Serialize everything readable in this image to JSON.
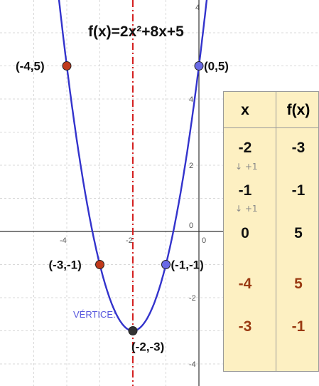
{
  "chart_data": {
    "type": "line",
    "title": "f(x)=2x²+8x+5",
    "xlim": [
      -5.5,
      0.8
    ],
    "ylim": [
      -4.6,
      6.2
    ],
    "xticks": [
      -4,
      -2,
      0
    ],
    "yticks": [
      -4,
      -2,
      2,
      4
    ],
    "y_axis_top_label": "4",
    "grid": true,
    "curve": {
      "a": 2,
      "b": 8,
      "c": 5,
      "color": "#3333cc"
    },
    "axis_of_symmetry": {
      "x": -2,
      "color": "#d42020"
    },
    "vertex_label": "VÉRTICE:",
    "points": [
      {
        "x": -4,
        "y": 5,
        "label": "(-4,5)",
        "color": "#c0391b"
      },
      {
        "x": 0,
        "y": 5,
        "label": "(0,5)",
        "color": "#6a6ae6"
      },
      {
        "x": -3,
        "y": -1,
        "label": "(-3,-1)",
        "color": "#c0391b"
      },
      {
        "x": -1,
        "y": -1,
        "label": "(-1,-1)",
        "color": "#6a6ae6"
      },
      {
        "x": -2,
        "y": -3,
        "label": "(-2,-3)",
        "color": "#333333"
      }
    ]
  },
  "table": {
    "header_x": "x",
    "header_f": "f(x)",
    "rows": [
      {
        "x": "-2",
        "f": "-3",
        "color": "#111111"
      },
      {
        "x": "-1",
        "f": "-1",
        "color": "#111111"
      },
      {
        "x": "0",
        "f": "5",
        "color": "#111111"
      },
      {
        "x": "-4",
        "f": "5",
        "color": "#9a3a12"
      },
      {
        "x": "-3",
        "f": "-1",
        "color": "#9a3a12"
      }
    ],
    "steps": [
      "↓ +1",
      "↓ +1"
    ]
  }
}
